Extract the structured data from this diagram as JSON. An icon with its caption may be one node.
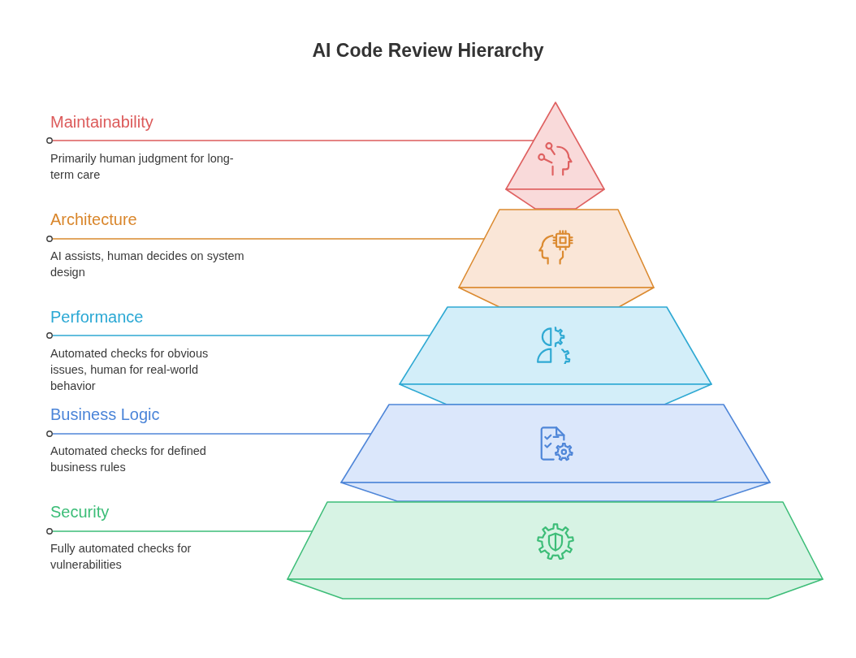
{
  "diagram": {
    "title": "AI Code Review Hierarchy",
    "nodes": [
      {
        "text": [
          "Maintainability",
          "Primarily human judgment for long-term care"
        ]
      },
      {
        "text": [],
        "shape": "triangle"
      },
      {
        "text": [
          "Architecture",
          "AI assists, human decides on system design"
        ]
      },
      {
        "text": [],
        "shape": "trapezoid"
      },
      {
        "text": [
          "Performance",
          "Automated checks for obvious issues, human for real-world behavior"
        ]
      },
      {
        "text": [],
        "shape": "trapezoid"
      },
      {
        "text": [
          "Business Logic",
          "Automated checks for defined business rules"
        ]
      },
      {
        "text": [],
        "shape": "trapezoid"
      },
      {
        "text": [
          "Security",
          "Fully automated checks for vulnerabilities"
        ]
      },
      {
        "text": [],
        "shape": "trapezoid"
      }
    ],
    "edges": [
      {
        "from": 0,
        "to": 1,
        "arrow": "other",
        "color": "#dd5b5b"
      },
      {
        "from": 2,
        "to": 3,
        "arrow": "other",
        "color": "#d98a2d"
      },
      {
        "from": 4,
        "to": 5,
        "arrow": "other",
        "color": "#2fa9d3"
      },
      {
        "from": 6,
        "to": 7,
        "arrow": "other",
        "color": "#4f86d8"
      },
      {
        "from": 8,
        "to": 9,
        "arrow": "other",
        "color": "#3dbd78"
      }
    ]
  }
}
